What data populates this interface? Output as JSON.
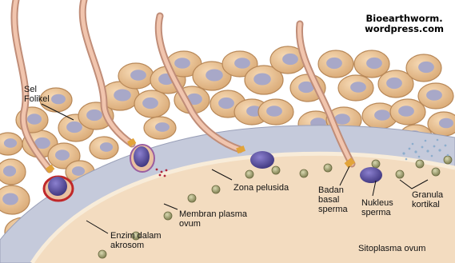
{
  "watermark": {
    "line1": "Bioearthworm.",
    "line2": "wordpress.com"
  },
  "labels": {
    "sel_folikel": "Sel\nFolikel",
    "zona_pelusida": "Zona pelusida",
    "membran_plasma": "Membran plasma\novum",
    "enzim": "Enzim dalam\nakrosom",
    "badan_basal": "Badan\nbasal\nsperma",
    "nukleus": "Nukleus\nsperma",
    "granula": "Granula\nkortikal",
    "sitoplasma": "Sitoplasma ovum"
  },
  "colors": {
    "cell_fill": "#e9c398",
    "cell_edge": "#b88858",
    "cell_nucleus": "#a8a8c8",
    "zona": "#c5cadb",
    "cytoplasm": "#f3dcc0",
    "membrane": "#f5e6cf",
    "sperm_head": "#5a4f9e",
    "sperm_tail": "#d8a890",
    "granule": "#9a9a6a",
    "acrosome_red": "#c0282a"
  }
}
